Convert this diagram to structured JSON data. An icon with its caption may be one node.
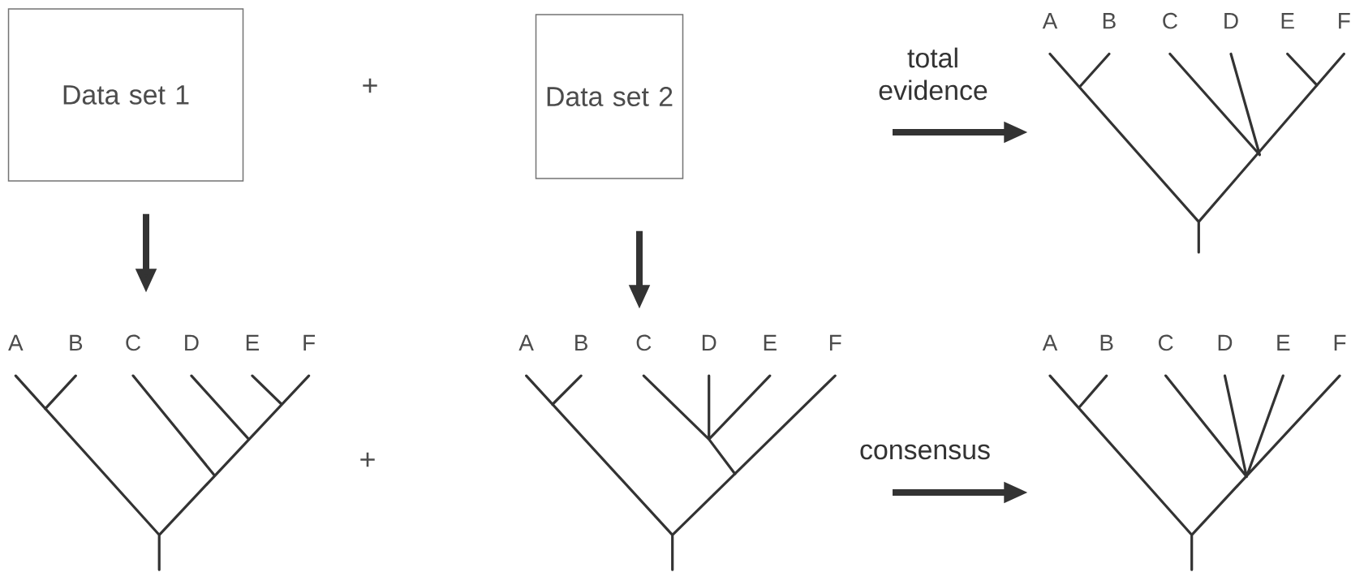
{
  "diagram": {
    "nodes": [
      {
        "text": [
          "Data set 1"
        ]
      },
      {
        "text": [
          "Data set 2"
        ]
      },
      {
        "text": [
          "A",
          "B",
          "C",
          "D",
          "E",
          "F"
        ]
      },
      {
        "text": [
          "A",
          "B",
          "C",
          "D",
          "E",
          "F"
        ]
      },
      {
        "text": [
          "A",
          "B",
          "C",
          "D",
          "E",
          "F"
        ]
      },
      {
        "text": [
          "A",
          "B",
          "C",
          "D",
          "E",
          "F"
        ]
      }
    ],
    "edges": [
      {
        "from": null,
        "to": 2,
        "arrow": "to",
        "label": "total evidence"
      },
      {
        "from": 0,
        "to": 3,
        "arrow": "to"
      },
      {
        "from": 1,
        "to": 4,
        "arrow": "to"
      },
      {
        "from": null,
        "to": 5,
        "arrow": "to",
        "label": "consensus"
      }
    ],
    "labels": [
      "+",
      "+"
    ]
  }
}
